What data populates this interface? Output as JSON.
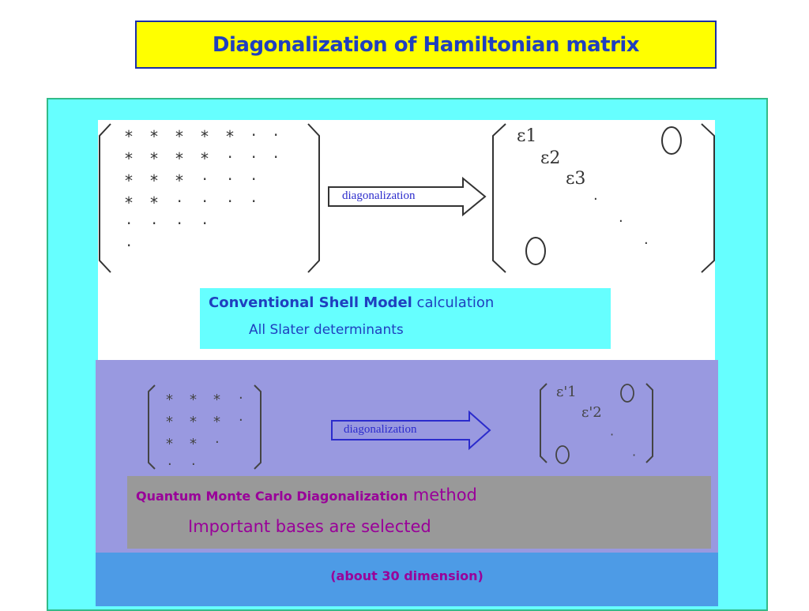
{
  "title": "Diagonalization of Hamiltonian matrix",
  "top_section": {
    "arrow_label": "diagonalization",
    "eigenvalues": [
      "ε1",
      "ε2",
      "ε3"
    ],
    "zero_symbol": "0"
  },
  "conventional": {
    "bold": "Conventional Shell Model",
    "rest": " calculation",
    "sub": "All Slater determinants"
  },
  "bottom_section": {
    "arrow_label": "diagonalization",
    "eigenvalues": [
      "ε'1",
      "ε'2"
    ],
    "zero_symbol": "0"
  },
  "qmcd": {
    "bold": "Quantum Monte Carlo Diagonalization",
    "rest": " method",
    "sub": "Important bases are selected"
  },
  "dimension_note": "(about 30 dimension)",
  "colors": {
    "title_bg": "#ffff00",
    "title_text": "#1f3fbf",
    "outer_bg": "#66ffff",
    "purple_panel": "#9999e0",
    "blue_panel": "#4d9be6",
    "gray_box": "#999999",
    "magenta_text": "#990099"
  }
}
